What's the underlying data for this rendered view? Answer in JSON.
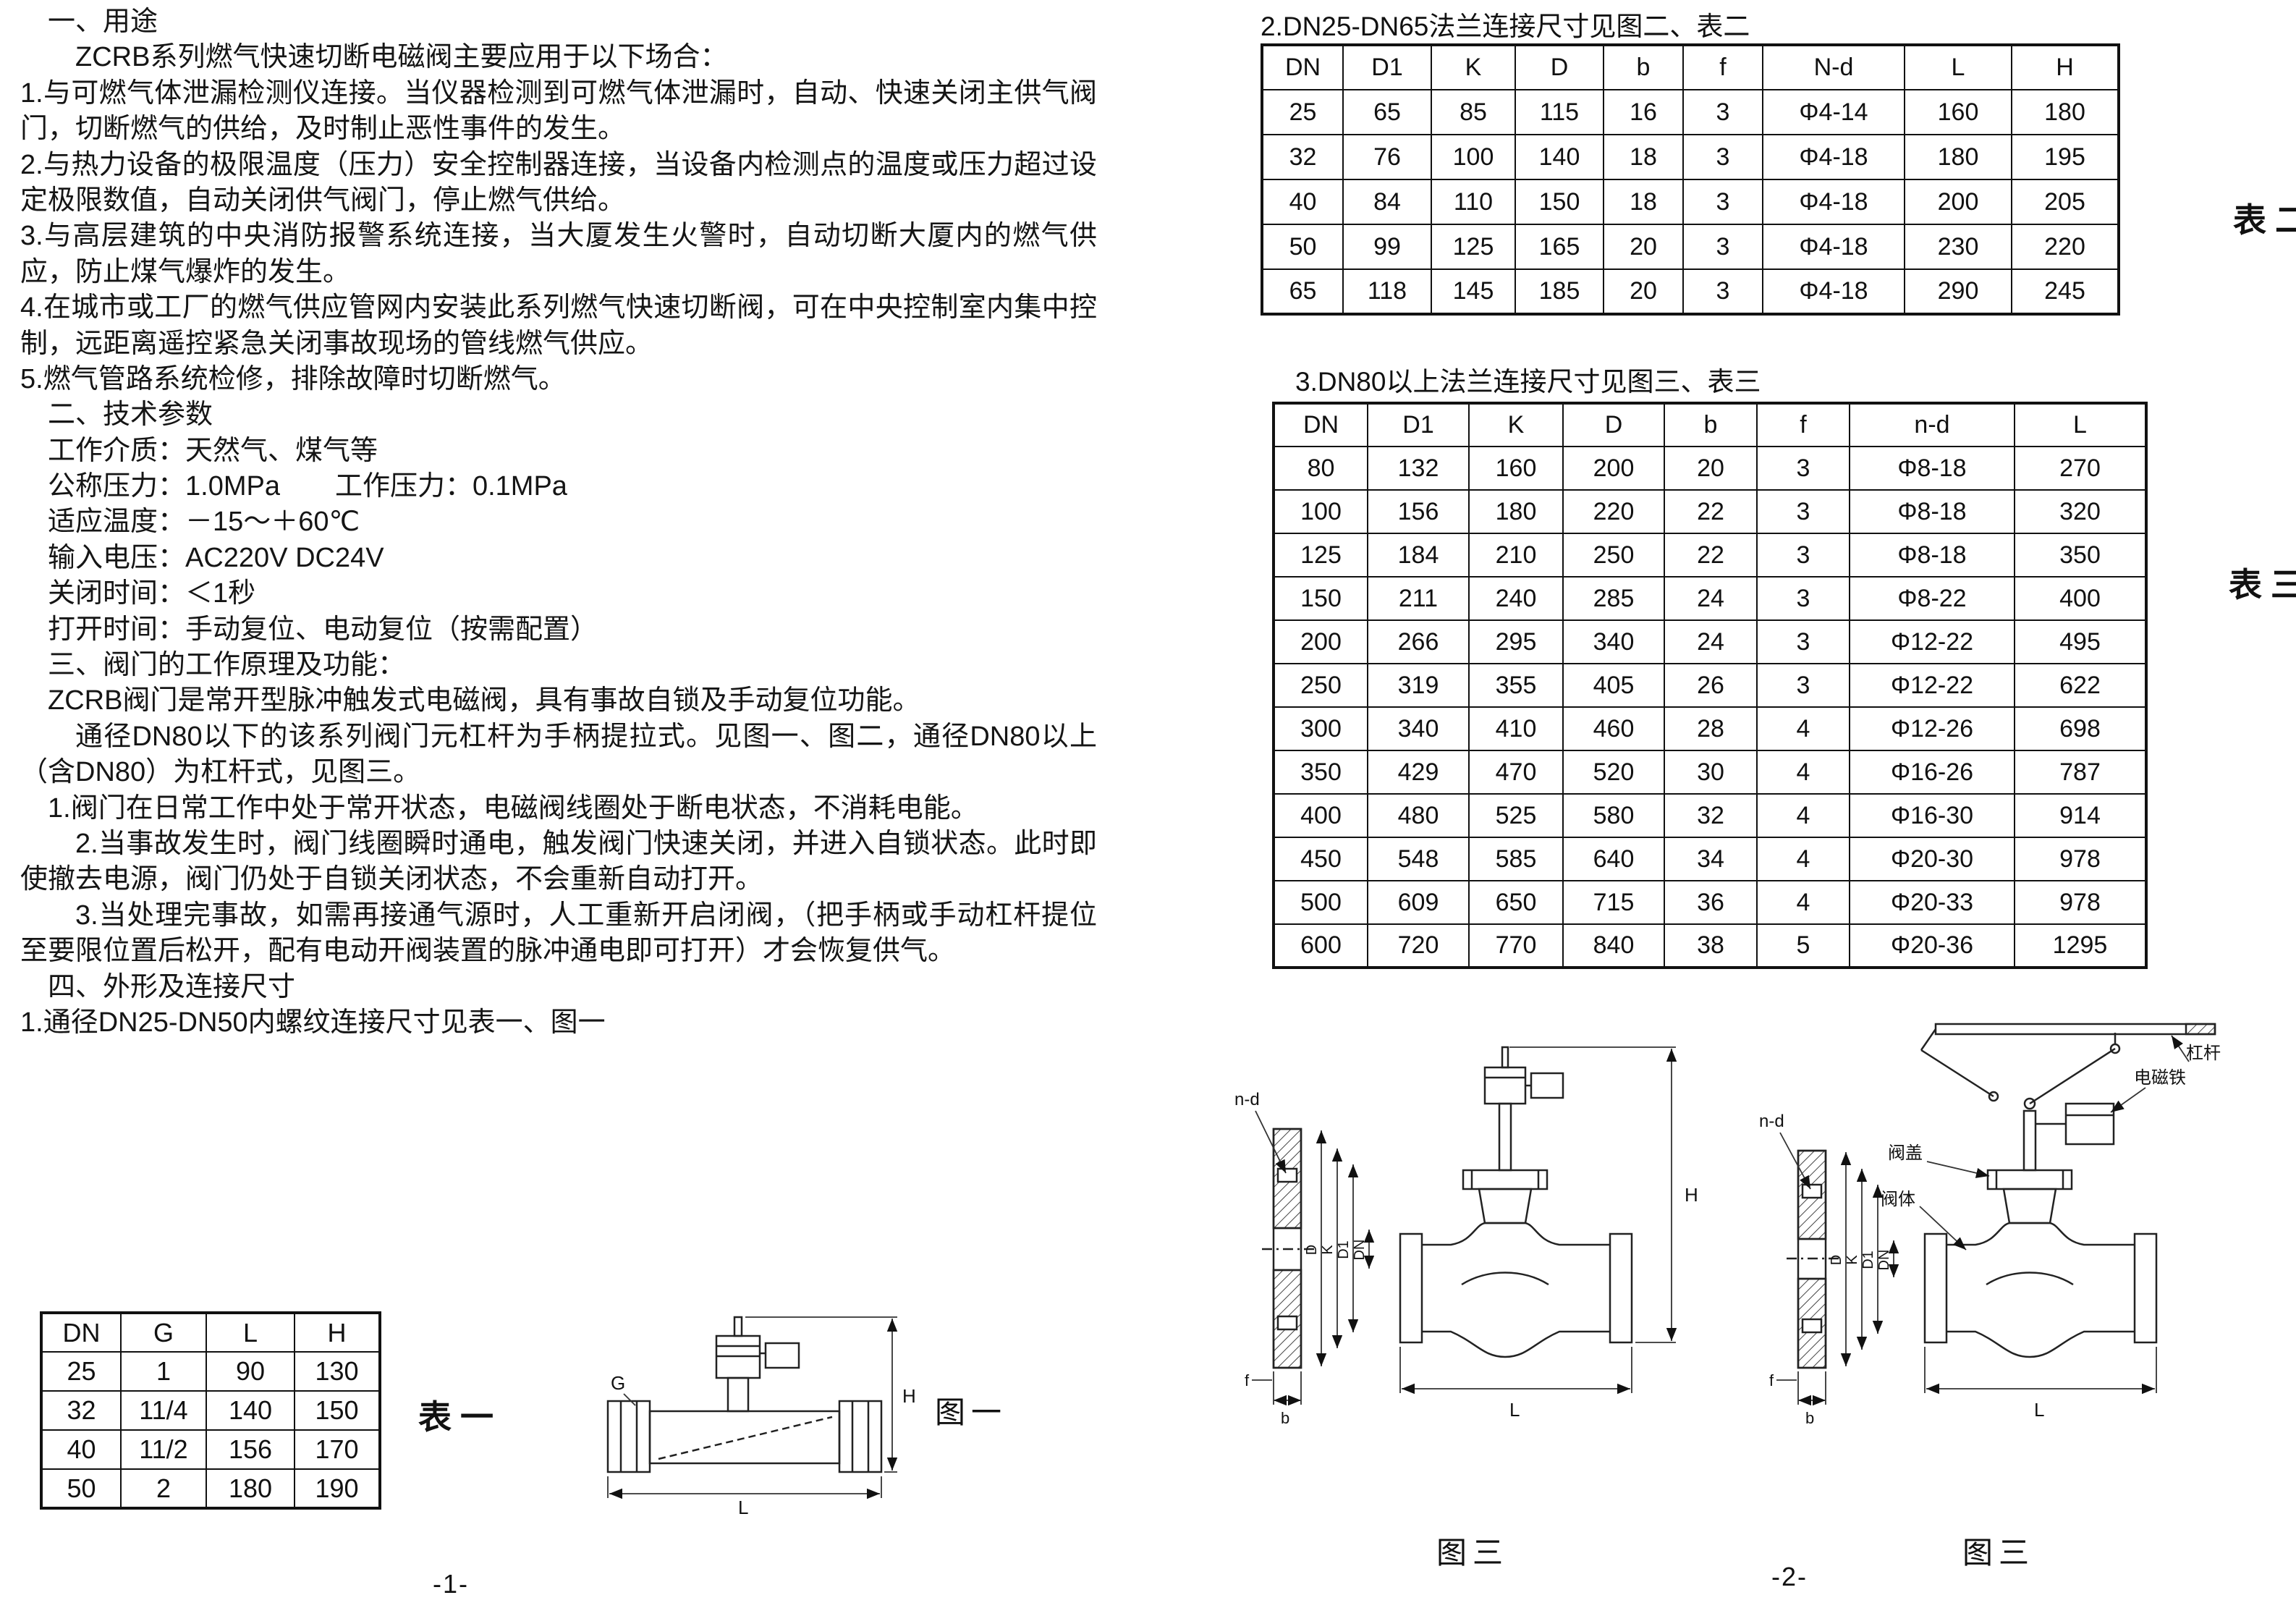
{
  "page1": {
    "paragraphs": [
      "一、用途",
      "ZCRB系列燃气快速切断电磁阀主要应用于以下场合：",
      "1.与可燃气体泄漏检测仪连接。当仪器检测到可燃气体泄漏时，自动、快速关闭主供气阀门，切断燃气的供给，及时制止恶性事件的发生。",
      "2.与热力设备的极限温度（压力）安全控制器连接，当设备内检测点的温度或压力超过设定极限数值，自动关闭供气阀门，停止燃气供给。",
      "3.与高层建筑的中央消防报警系统连接，当大厦发生火警时，自动切断大厦内的燃气供应，防止煤气爆炸的发生。",
      "4.在城市或工厂的燃气供应管网内安装此系列燃气快速切断阀，可在中央控制室内集中控制，远距离遥控紧急关闭事故现场的管线燃气供应。",
      "5.燃气管路系统检修，排除故障时切断燃气。",
      "二、技术参数",
      "工作介质：天然气、煤气等",
      "公称压力：1.0MPa　　工作压力：0.1MPa",
      "适应温度：－15～＋60℃",
      "输入电压：AC220V DC24V",
      "关闭时间：＜1秒",
      "打开时间：手动复位、电动复位（按需配置）",
      "三、阀门的工作原理及功能：",
      "ZCRB阀门是常开型脉冲触发式电磁阀，具有事故自锁及手动复位功能。",
      "通径DN80以下的该系列阀门元杠杆为手柄提拉式。见图一、图二，通径DN80以上（含DN80）为杠杆式，见图三。",
      "1.阀门在日常工作中处于常开状态，电磁阀线圈处于断电状态，不消耗电能。",
      "2.当事故发生时，阀门线圈瞬时通电，触发阀门快速关闭，并进入自锁状态。此时即使撤去电源，阀门仍处于自锁关闭状态，不会重新自动打开。",
      "3.当处理完事故，如需再接通气源时，人工重新开启闭阀，（把手柄或手动杠杆提位至要限位置后松开，配有电动开阀装置的脉冲通电即可打开）才会恢复供气。",
      "四、外形及连接尺寸",
      "1.通径DN25-DN50内螺纹连接尺寸见表一、图一"
    ],
    "table1": {
      "headers": [
        "DN",
        "G",
        "L",
        "H"
      ],
      "rows": [
        [
          "25",
          "1",
          "90",
          "130"
        ],
        [
          "32",
          "11/4",
          "140",
          "150"
        ],
        [
          "40",
          "11/2",
          "156",
          "170"
        ],
        [
          "50",
          "2",
          "180",
          "190"
        ]
      ]
    },
    "table1_label": "表一",
    "figure1": {
      "caption": "图一",
      "labels": {
        "g": "G",
        "h": "H",
        "l": "L"
      }
    },
    "page_number": "-1-"
  },
  "page2": {
    "heading_flange_small": "2.DN25-DN65法兰连接尺寸见图二、表二",
    "table2": {
      "headers": [
        "DN",
        "D1",
        "K",
        "D",
        "b",
        "f",
        "N-d",
        "L",
        "H"
      ],
      "rows": [
        [
          "25",
          "65",
          "85",
          "115",
          "16",
          "3",
          "Φ4-14",
          "160",
          "180"
        ],
        [
          "32",
          "76",
          "100",
          "140",
          "18",
          "3",
          "Φ4-18",
          "180",
          "195"
        ],
        [
          "40",
          "84",
          "110",
          "150",
          "18",
          "3",
          "Φ4-18",
          "200",
          "205"
        ],
        [
          "50",
          "99",
          "125",
          "165",
          "20",
          "3",
          "Φ4-18",
          "230",
          "220"
        ],
        [
          "65",
          "118",
          "145",
          "185",
          "20",
          "3",
          "Φ4-18",
          "290",
          "245"
        ]
      ]
    },
    "table2_label": "表二",
    "heading_flange_large": "3.DN80以上法兰连接尺寸见图三、表三",
    "table3": {
      "headers": [
        "DN",
        "D1",
        "K",
        "D",
        "b",
        "f",
        "n-d",
        "L"
      ],
      "rows": [
        [
          "80",
          "132",
          "160",
          "200",
          "20",
          "3",
          "Φ8-18",
          "270"
        ],
        [
          "100",
          "156",
          "180",
          "220",
          "22",
          "3",
          "Φ8-18",
          "320"
        ],
        [
          "125",
          "184",
          "210",
          "250",
          "22",
          "3",
          "Φ8-18",
          "350"
        ],
        [
          "150",
          "211",
          "240",
          "285",
          "24",
          "3",
          "Φ8-22",
          "400"
        ],
        [
          "200",
          "266",
          "295",
          "340",
          "24",
          "3",
          "Φ12-22",
          "495"
        ],
        [
          "250",
          "319",
          "355",
          "405",
          "26",
          "3",
          "Φ12-22",
          "622"
        ],
        [
          "300",
          "340",
          "410",
          "460",
          "28",
          "4",
          "Φ12-26",
          "698"
        ],
        [
          "350",
          "429",
          "470",
          "520",
          "30",
          "4",
          "Φ16-26",
          "787"
        ],
        [
          "400",
          "480",
          "525",
          "580",
          "32",
          "4",
          "Φ16-30",
          "914"
        ],
        [
          "450",
          "548",
          "585",
          "640",
          "34",
          "4",
          "Φ20-30",
          "978"
        ],
        [
          "500",
          "609",
          "650",
          "715",
          "36",
          "4",
          "Φ20-33",
          "978"
        ],
        [
          "600",
          "720",
          "770",
          "840",
          "38",
          "5",
          "Φ20-36",
          "1295"
        ]
      ]
    },
    "table3_label": "表三",
    "figure_left": {
      "caption": "图三",
      "labels": {
        "nd": "n-d",
        "h": "H",
        "l": "L",
        "d": "D",
        "k": "K",
        "d1": "D1",
        "dn": "DN",
        "f": "f",
        "b": "b"
      }
    },
    "figure_right": {
      "caption": "图三",
      "labels": {
        "nd": "n-d",
        "solenoid": "电磁铁",
        "lever": "杠杆",
        "bonnet": "阀盖",
        "body": "阀体",
        "l": "L",
        "d": "D",
        "k": "K",
        "d1": "D1",
        "dn": "DN",
        "f": "f",
        "b": "b"
      }
    },
    "page_number": "-2-"
  }
}
